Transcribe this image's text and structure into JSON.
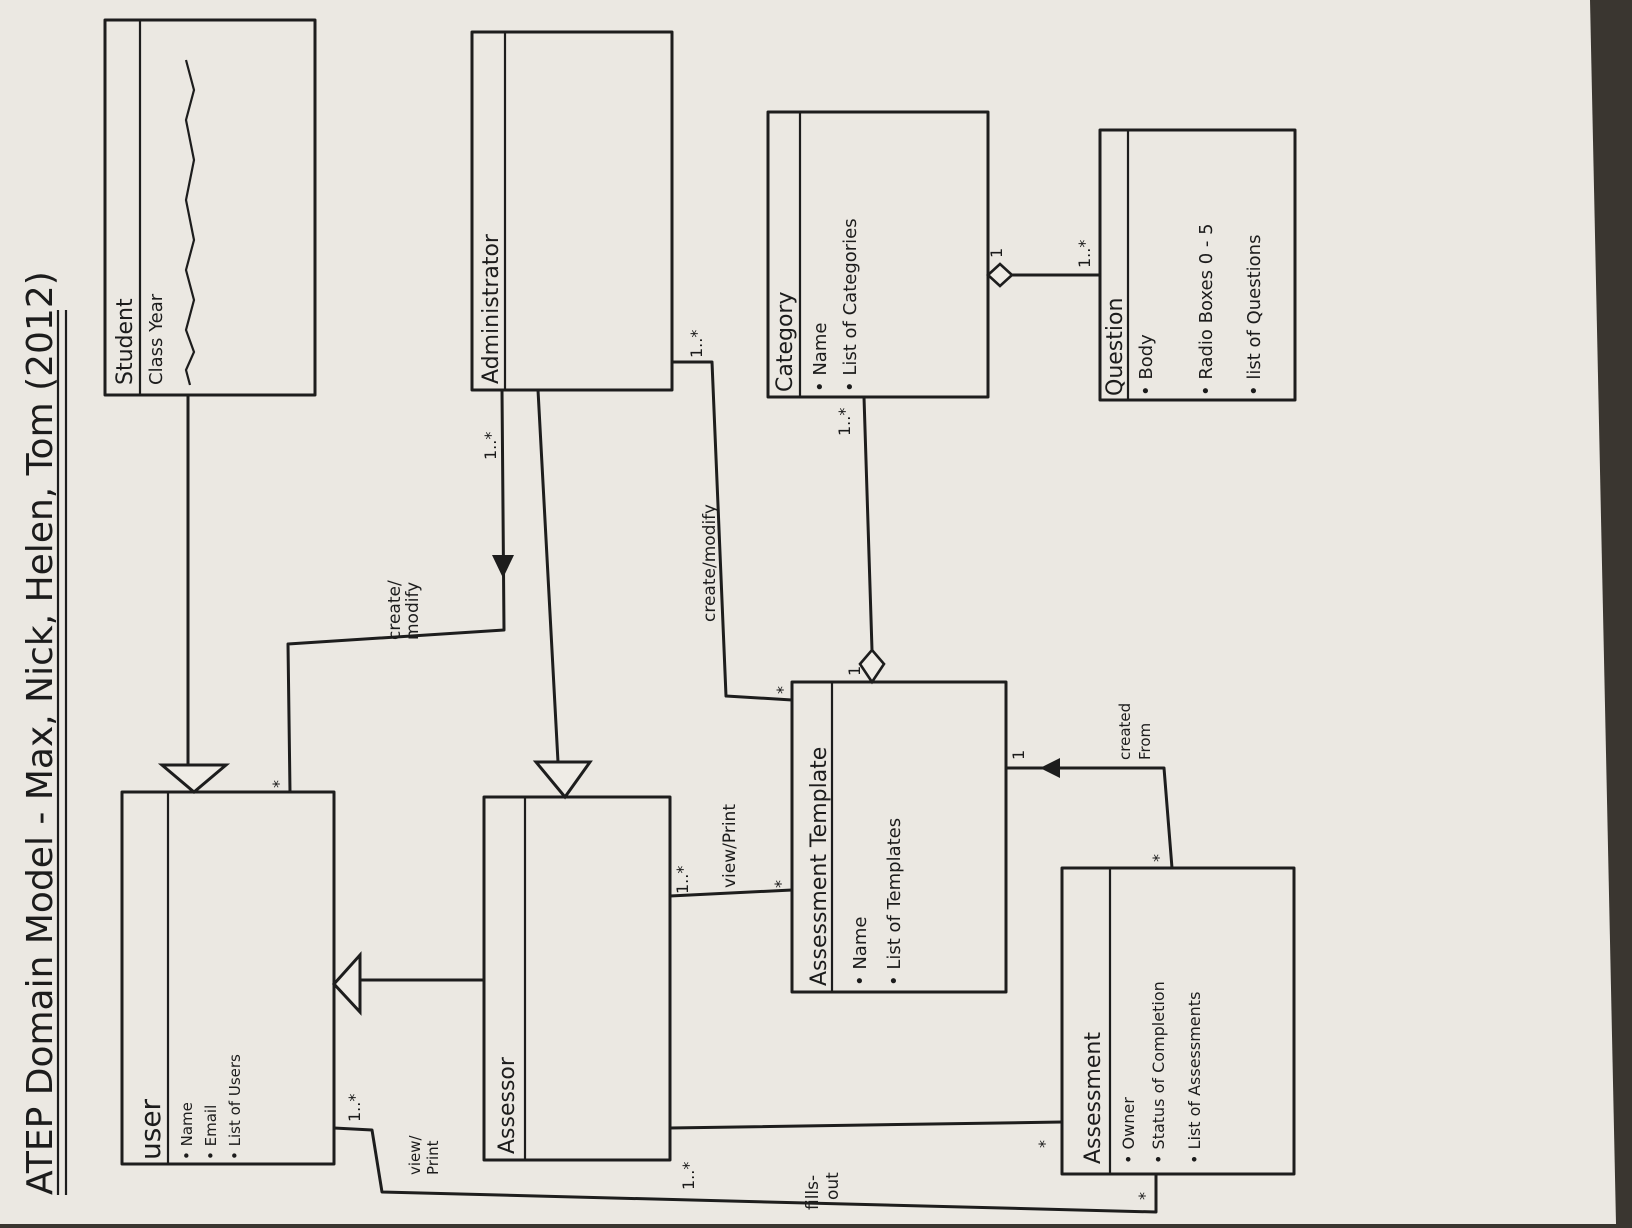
{
  "title": "ATEP Domain Model - Max, Nick, Helen, Tom (2012)",
  "classes": {
    "user": {
      "name": "user",
      "attributes": [
        "Name",
        "Email",
        "List of Users"
      ]
    },
    "student": {
      "name": "Student",
      "attributes": [
        "Class Year"
      ]
    },
    "administrator": {
      "name": "Administrator",
      "attributes": []
    },
    "assessor": {
      "name": "Assessor",
      "attributes": []
    },
    "category": {
      "name": "Category",
      "attributes": [
        "Name",
        "List of Categories"
      ]
    },
    "question": {
      "name": "Question",
      "attributes": [
        "Body",
        "Radio Boxes 0 - 5",
        "list of Questions"
      ]
    },
    "template": {
      "name": "Assessment Template",
      "attributes": [
        "Name",
        "List of Templates"
      ]
    },
    "assessment": {
      "name": "Assessment",
      "attributes": [
        "Owner",
        "Status of Completion",
        "List of Assessments"
      ]
    }
  },
  "labels": {
    "admin_user": "create/ modify",
    "admin_template": "create/modify",
    "assessor_template": "view/Print",
    "user_assessment": "view/ Print",
    "assessor_assessment": "fills- out",
    "template_assessment": "created From"
  },
  "multiplicities": {
    "admin_user_admin": "1..*",
    "admin_user_user": "*",
    "admin_template_admin": "1..*",
    "admin_template_template": "*",
    "assessor_template_assessor": "1..*",
    "assessor_template_template": "*",
    "user_assessment_user": "1..*",
    "user_assessment_assessment": "*",
    "assessor_assessment_assessor": "1..*",
    "assessor_assessment_assessment": "*",
    "template_assessment_template": "1",
    "template_assessment_assessment": "*",
    "category_template_category": "1..*",
    "category_template_template": "1",
    "category_question_category": "1",
    "category_question_question": "1..*"
  }
}
